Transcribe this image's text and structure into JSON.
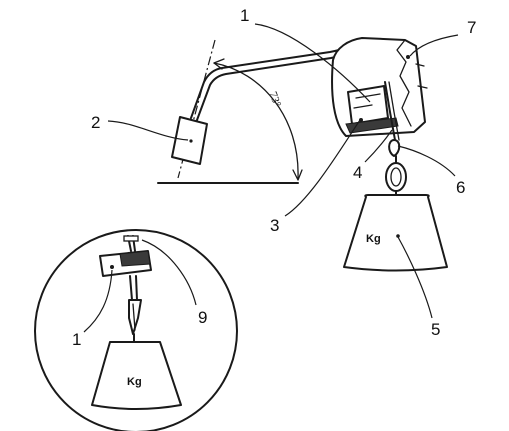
{
  "labels": {
    "l1_top": "1",
    "l2": "2",
    "l3": "3",
    "l4": "4",
    "l5": "5",
    "l6": "6",
    "l7": "7",
    "l9": "9",
    "l1_inset": "1"
  },
  "angle_text": "73°",
  "weight_text": "Kg",
  "inset_weight_text": "Kg"
}
